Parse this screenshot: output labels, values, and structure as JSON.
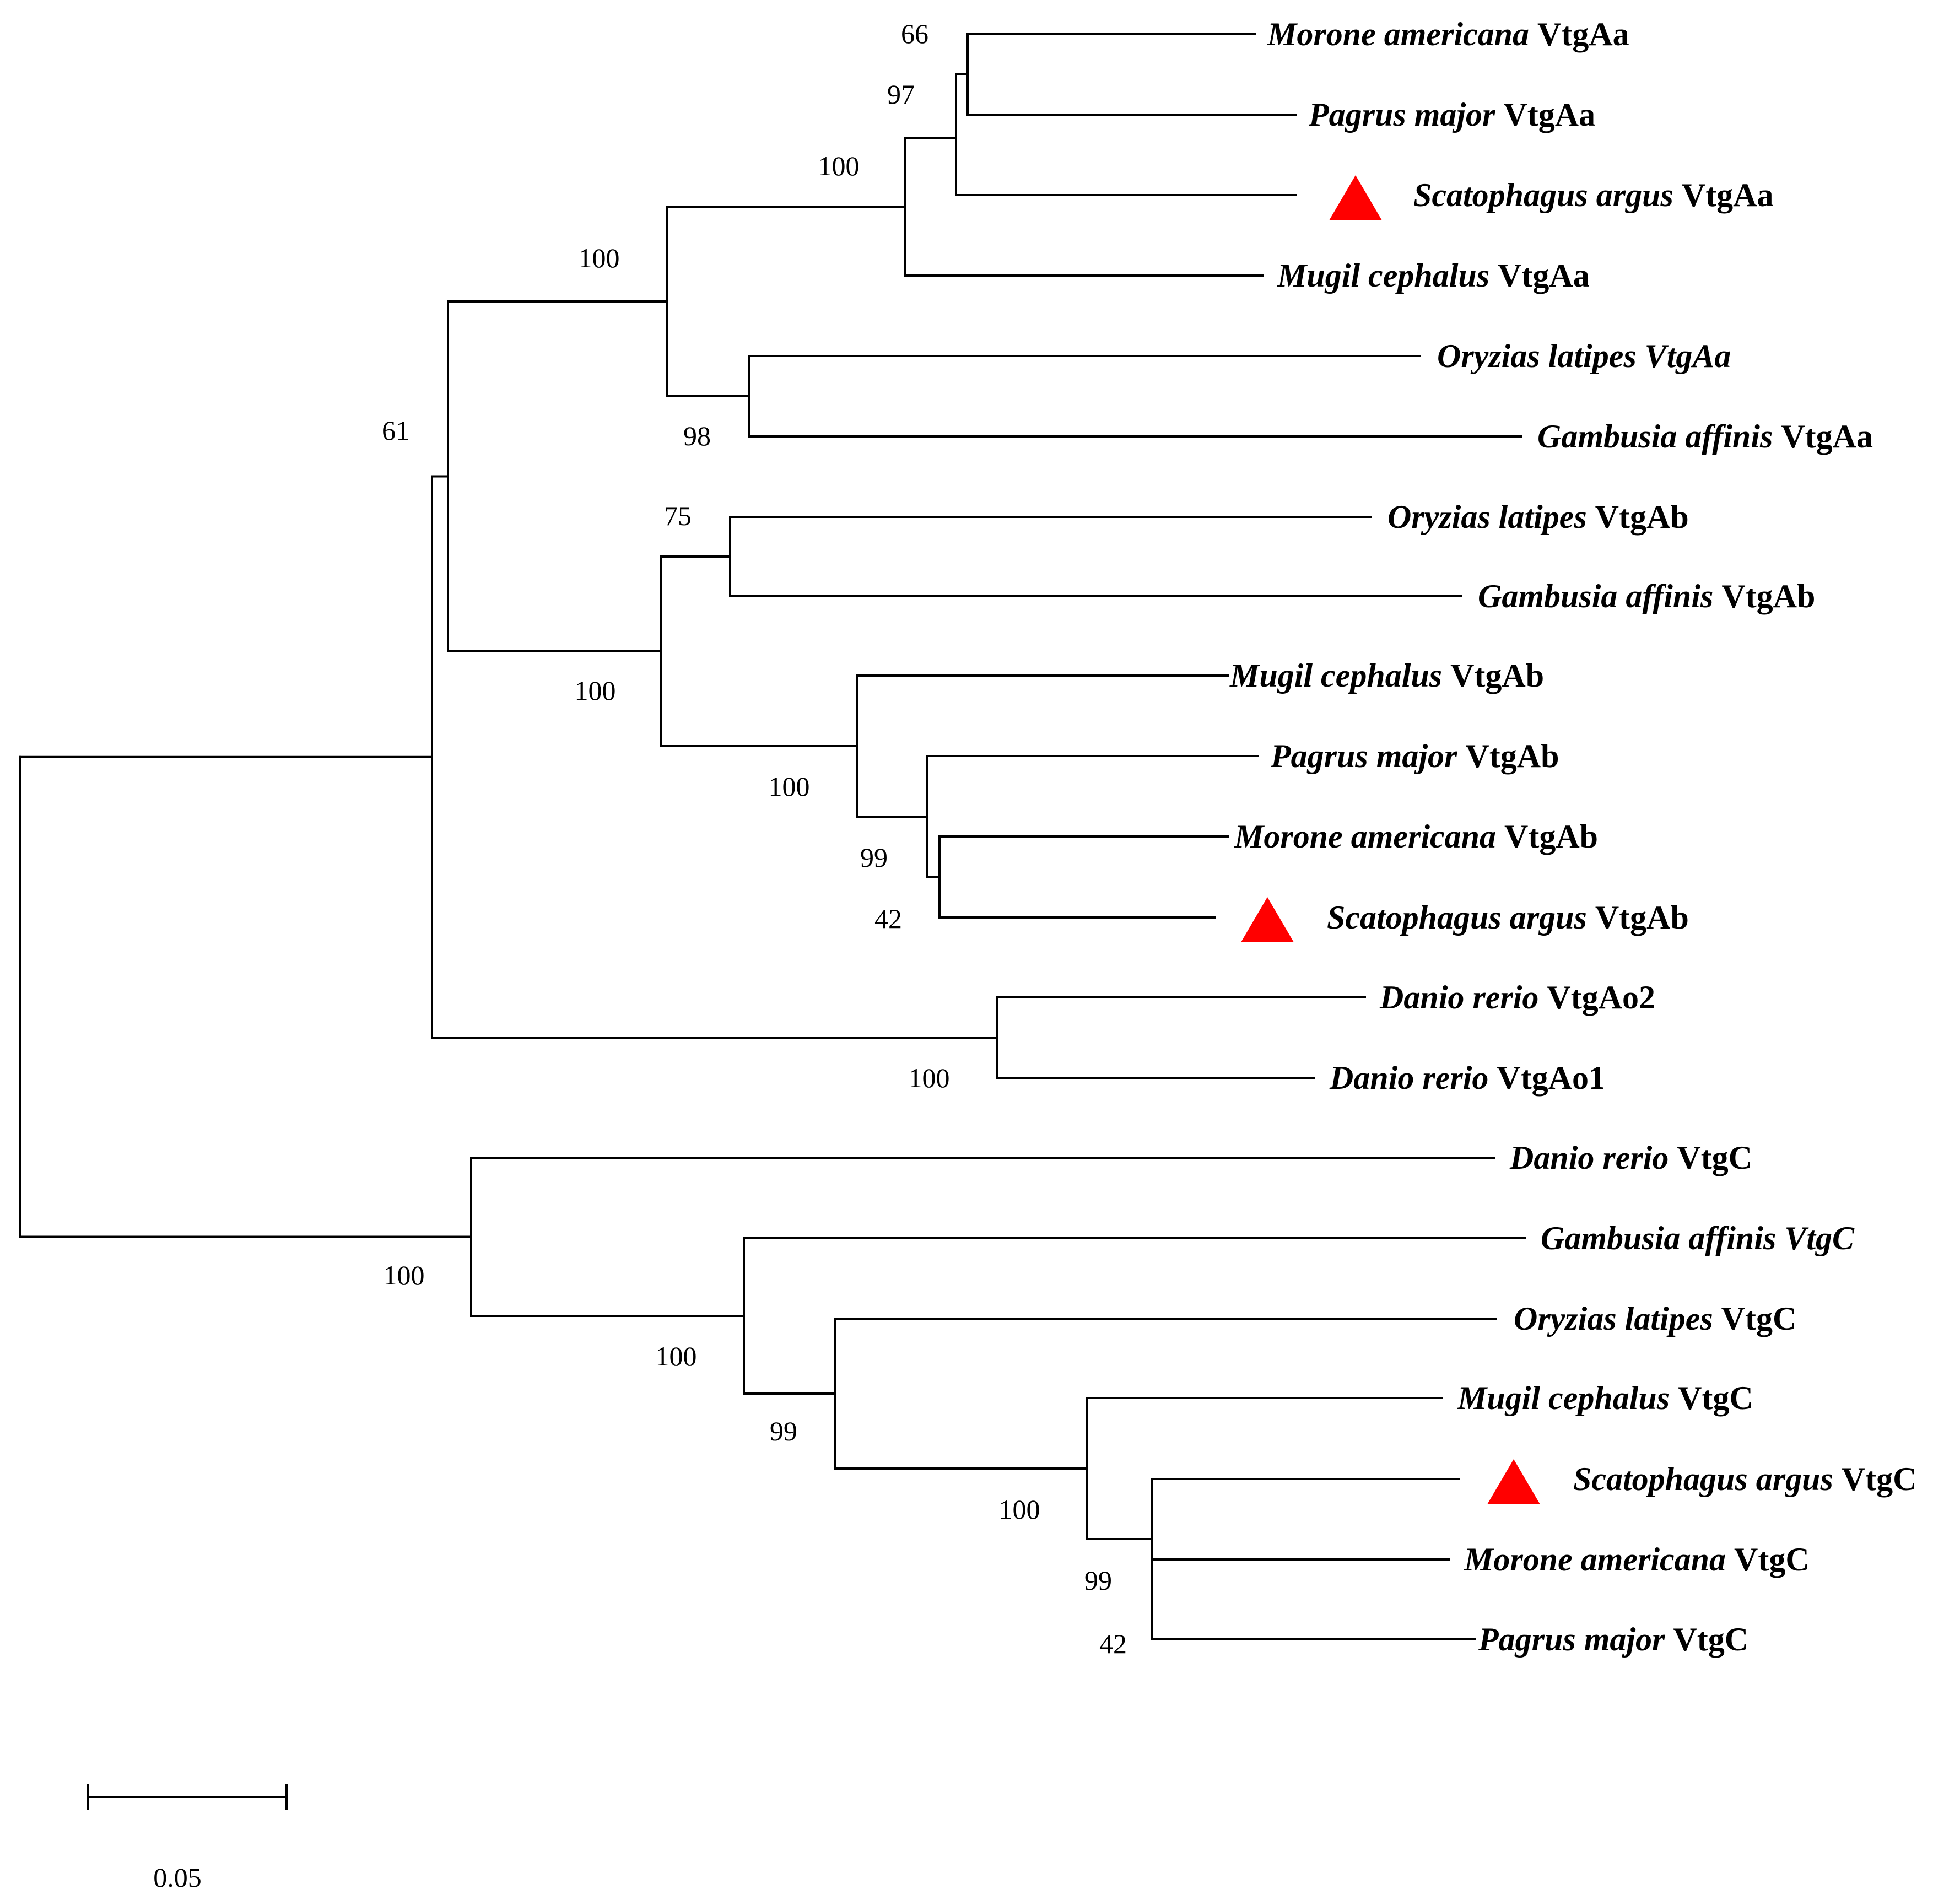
{
  "tree": {
    "tips": [
      {
        "genus": "Morone americana",
        "gene": "VtgAa",
        "gene_italic": false,
        "marked": false
      },
      {
        "genus": "Pagrus major",
        "gene": "VtgAa",
        "gene_italic": false,
        "marked": false
      },
      {
        "genus": "Scatophagus argus",
        "gene": "VtgAa",
        "gene_italic": false,
        "marked": true
      },
      {
        "genus": "Mugil cephalus",
        "gene": "VtgAa",
        "gene_italic": false,
        "marked": false
      },
      {
        "genus": "Oryzias latipes",
        "gene": "VtgAa",
        "gene_italic": true,
        "marked": false
      },
      {
        "genus": "Gambusia affinis",
        "gene": "VtgAa",
        "gene_italic": false,
        "marked": false
      },
      {
        "genus": "Oryzias latipes",
        "gene": "VtgAb",
        "gene_italic": false,
        "marked": false
      },
      {
        "genus": "Gambusia affinis",
        "gene": "VtgAb",
        "gene_italic": false,
        "marked": false
      },
      {
        "genus": "Mugil cephalus",
        "gene": "VtgAb",
        "gene_italic": false,
        "marked": false
      },
      {
        "genus": "Pagrus major",
        "gene": "VtgAb",
        "gene_italic": false,
        "marked": false
      },
      {
        "genus": "Morone americana",
        "gene": "VtgAb",
        "gene_italic": false,
        "marked": false
      },
      {
        "genus": "Scatophagus argus",
        "gene": "VtgAb",
        "gene_italic": false,
        "marked": true
      },
      {
        "genus": "Danio rerio",
        "gene": "VtgAo2",
        "gene_italic": false,
        "marked": false
      },
      {
        "genus": "Danio rerio",
        "gene": "VtgAo1",
        "gene_italic": false,
        "marked": false
      },
      {
        "genus": "Danio rerio",
        "gene": "VtgC",
        "gene_italic": false,
        "marked": false
      },
      {
        "genus": "Gambusia affinis",
        "gene": "VtgC",
        "gene_italic": true,
        "marked": false
      },
      {
        "genus": "Oryzias latipes",
        "gene": "VtgC",
        "gene_italic": false,
        "marked": false
      },
      {
        "genus": "Mugil cephalus",
        "gene": "VtgC",
        "gene_italic": false,
        "marked": false
      },
      {
        "genus": "Scatophagus argus",
        "gene": "VtgC",
        "gene_italic": false,
        "marked": true
      },
      {
        "genus": "Morone americana",
        "gene": "VtgC",
        "gene_italic": false,
        "marked": false
      },
      {
        "genus": "Pagrus major",
        "gene": "VtgC",
        "gene_italic": false,
        "marked": false
      }
    ],
    "bootstrap_values": [
      "66",
      "97",
      "100",
      "100",
      "98",
      "61",
      "75",
      "100",
      "100",
      "99",
      "42",
      "100",
      "100",
      "100",
      "99",
      "100",
      "99",
      "42"
    ],
    "scale_label": "0.05",
    "marker_color": "#ff0000",
    "marker_shape": "triangle",
    "line_color": "#000000"
  }
}
